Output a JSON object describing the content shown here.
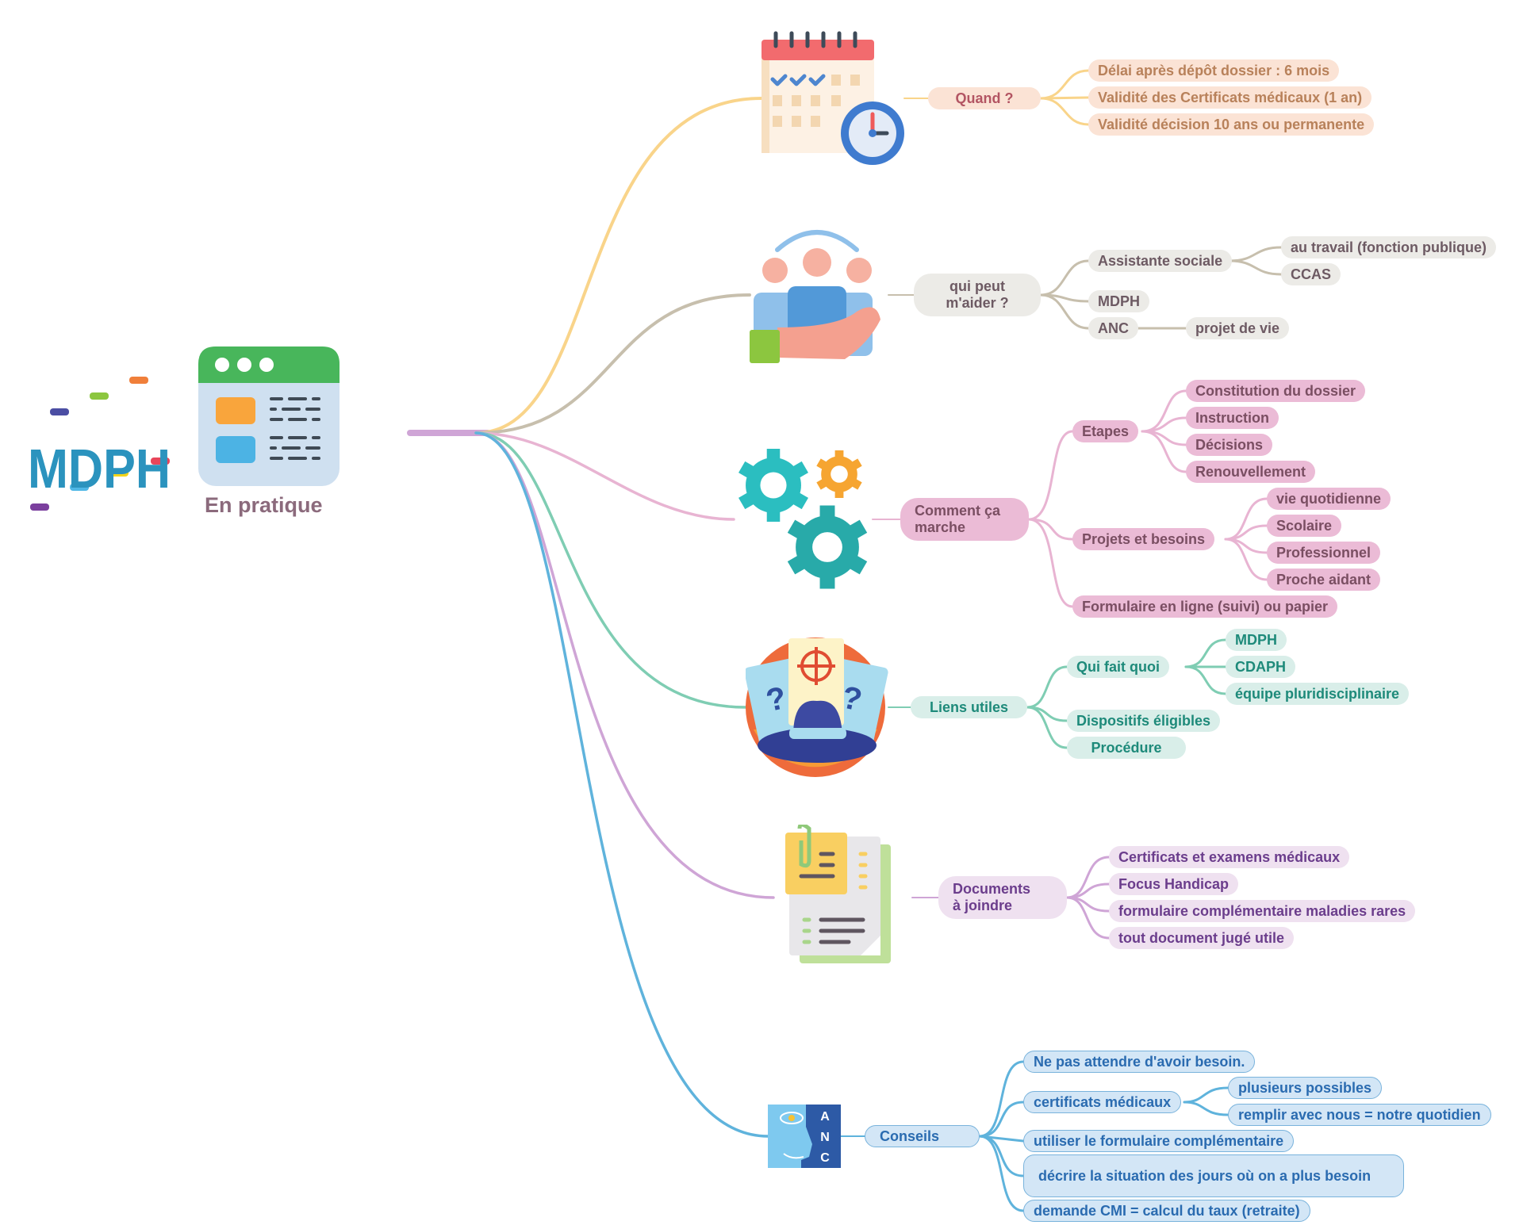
{
  "root": {
    "logo_text": "MDPH",
    "title": "En pratique",
    "icon": "browser-window-icon"
  },
  "colors": {
    "quand": "#f9d48a",
    "qui": "#c7bfad",
    "comment": "#e8b4d2",
    "liens": "#7fcdb3",
    "docs": "#cfa5d6",
    "conseils": "#5fb3dc"
  },
  "branches": {
    "quand": {
      "icon": "calendar-clock-icon",
      "label": "Quand ?",
      "children": [
        "Délai après dépôt dossier : 6 mois",
        "Validité des Certificats médicaux (1 an)",
        "Validité décision 10 ans ou permanente"
      ]
    },
    "qui": {
      "icon": "helping-hand-people-icon",
      "label": "qui peut m'aider ?",
      "children": {
        "assistante": {
          "label": "Assistante sociale",
          "children": [
            "au travail (fonction publique)",
            "CCAS"
          ]
        },
        "mdph": {
          "label": "MDPH"
        },
        "anc": {
          "label": "ANC",
          "children": [
            "projet de vie"
          ]
        }
      }
    },
    "comment": {
      "icon": "gears-icon",
      "label": "Comment ça marche",
      "children": {
        "etapes": {
          "label": "Etapes",
          "children": [
            "Constitution du dossier",
            "Instruction",
            "Décisions",
            "Renouvellement"
          ]
        },
        "projets": {
          "label": "Projets et besoins",
          "children": [
            "vie quotidienne",
            "Scolaire",
            "Professionnel",
            "Proche aidant"
          ]
        },
        "formulaire": {
          "label": "Formulaire en ligne (suivi) ou papier"
        }
      }
    },
    "liens": {
      "icon": "detective-hat-icon",
      "label": "Liens utiles",
      "children": {
        "qui_fait": {
          "label": "Qui fait quoi",
          "children": [
            "MDPH",
            "CDAPH",
            "équipe pluridisciplinaire"
          ]
        },
        "dispositifs": {
          "label": "Dispositifs éligibles"
        },
        "procedure": {
          "label": "Procédure"
        }
      }
    },
    "docs": {
      "icon": "documents-paperclip-icon",
      "label": "Documents à joindre",
      "children": [
        "Certificats et examens médicaux",
        "Focus Handicap",
        "formulaire complémentaire maladies rares",
        "tout document jugé utile"
      ]
    },
    "conseils": {
      "icon": "anc-logo-icon",
      "logo_letters": [
        "A",
        "N",
        "C"
      ],
      "label": "Conseils",
      "children": {
        "ne_pas": {
          "label": "Ne pas attendre d'avoir besoin."
        },
        "certificats": {
          "label": "certificats médicaux",
          "children": [
            "plusieurs possibles",
            "remplir avec nous = notre quotidien"
          ]
        },
        "utiliser": {
          "label": "utiliser le formulaire complémentaire"
        },
        "decrire": {
          "label": "décrire la situation des jours où on a plus besoin"
        },
        "demande": {
          "label": "demande CMI = calcul du taux (retraite)"
        }
      }
    }
  }
}
